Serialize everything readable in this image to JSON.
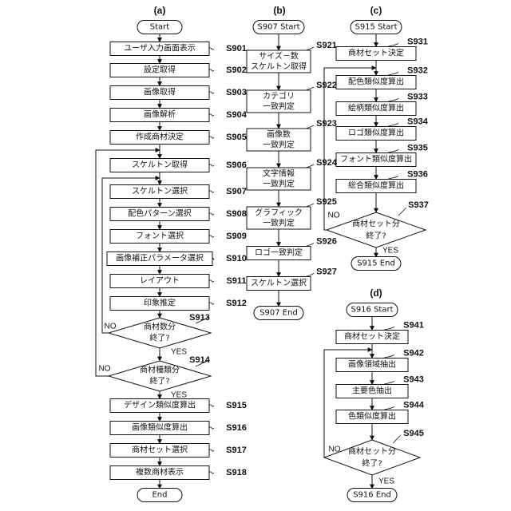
{
  "panels": {
    "a": "(a)",
    "b": "(b)",
    "c": "(c)",
    "d": "(d)"
  },
  "a": {
    "start": "Start",
    "end": "End",
    "steps": [
      {
        "label": "ユーザ入力画面表示",
        "id": "S901"
      },
      {
        "label": "設定取得",
        "id": "S902"
      },
      {
        "label": "画像取得",
        "id": "S903"
      },
      {
        "label": "画像解析",
        "id": "S904"
      },
      {
        "label": "作成商材決定",
        "id": "S905"
      },
      {
        "label": "スケルトン取得",
        "id": "S906"
      },
      {
        "label": "スケルトン選択",
        "id": "S907"
      },
      {
        "label": "配色パターン選択",
        "id": "S908"
      },
      {
        "label": "フォント選択",
        "id": "S909"
      },
      {
        "label": "画像補正パラメータ選択",
        "id": "S910"
      },
      {
        "label": "レイアウト",
        "id": "S911"
      },
      {
        "label": "印象推定",
        "id": "S912"
      }
    ],
    "decision1": {
      "line1": "商材数分",
      "line2": "終了?",
      "id": "S913",
      "no": "NO",
      "yes": "YES"
    },
    "decision2": {
      "line1": "商材種類分",
      "line2": "終了?",
      "id": "S914",
      "no": "NO",
      "yes": "YES"
    },
    "steps_after": [
      {
        "label": "デザイン類似度算出",
        "id": "S915"
      },
      {
        "label": "画像類似度算出",
        "id": "S916"
      },
      {
        "label": "商材セット選択",
        "id": "S917"
      },
      {
        "label": "複数商材表示",
        "id": "S918"
      }
    ]
  },
  "b": {
    "start": "S907 Start",
    "end": "S907 End",
    "steps": [
      {
        "line1": "サイズ－数",
        "line2": "スケルトン取得",
        "id": "S921"
      },
      {
        "line1": "カテゴリ",
        "line2": "一致判定",
        "id": "S922"
      },
      {
        "line1": "画像数",
        "line2": "一致判定",
        "id": "S923"
      },
      {
        "line1": "文字情報",
        "line2": "一致判定",
        "id": "S924"
      },
      {
        "line1": "グラフィック",
        "line2": "一致判定",
        "id": "S925"
      },
      {
        "line1": "ロゴ一致判定",
        "line2": "",
        "id": "S926"
      },
      {
        "line1": "スケルトン選択",
        "line2": "",
        "id": "S927"
      }
    ]
  },
  "c": {
    "start": "S915 Start",
    "end": "S915 End",
    "steps": [
      {
        "label": "商材セット決定",
        "id": "S931"
      },
      {
        "label": "配色類似度算出",
        "id": "S932"
      },
      {
        "label": "絵柄類似度算出",
        "id": "S933"
      },
      {
        "label": "ロゴ類似度算出",
        "id": "S934"
      },
      {
        "label": "フォント類似度算出",
        "id": "S935"
      },
      {
        "label": "総合類似度算出",
        "id": "S936"
      }
    ],
    "decision": {
      "line1": "商材セット分",
      "line2": "終了?",
      "id": "S937",
      "no": "NO",
      "yes": "YES"
    }
  },
  "d": {
    "start": "S916 Start",
    "end": "S916 End",
    "steps": [
      {
        "label": "商材セット決定",
        "id": "S941"
      },
      {
        "label": "画像領域抽出",
        "id": "S942"
      },
      {
        "label": "主要色抽出",
        "id": "S943"
      },
      {
        "label": "色類似度算出",
        "id": "S944"
      }
    ],
    "decision": {
      "line1": "商材セット分",
      "line2": "終了?",
      "id": "S945",
      "no": "NO",
      "yes": "YES"
    }
  }
}
